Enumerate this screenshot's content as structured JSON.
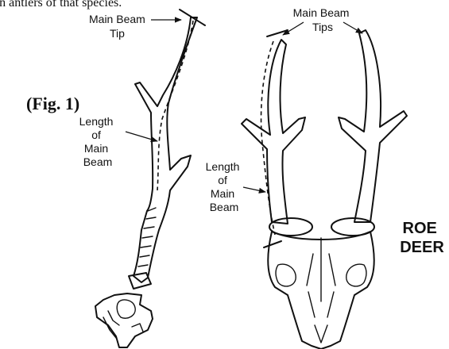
{
  "header_cut_text": "an antlers of that species.",
  "figure_label": "(Fig. 1)",
  "labels": {
    "main_beam_tip": [
      "Main Beam",
      "Tip"
    ],
    "length_main_beam_left": [
      "Length",
      "of",
      "Main",
      "Beam"
    ],
    "main_beam_tips": [
      "Main Beam",
      "Tips"
    ],
    "length_main_beam_right": [
      "Length",
      "of",
      "Main",
      "Beam"
    ]
  },
  "species": [
    "ROE",
    "DEER"
  ]
}
